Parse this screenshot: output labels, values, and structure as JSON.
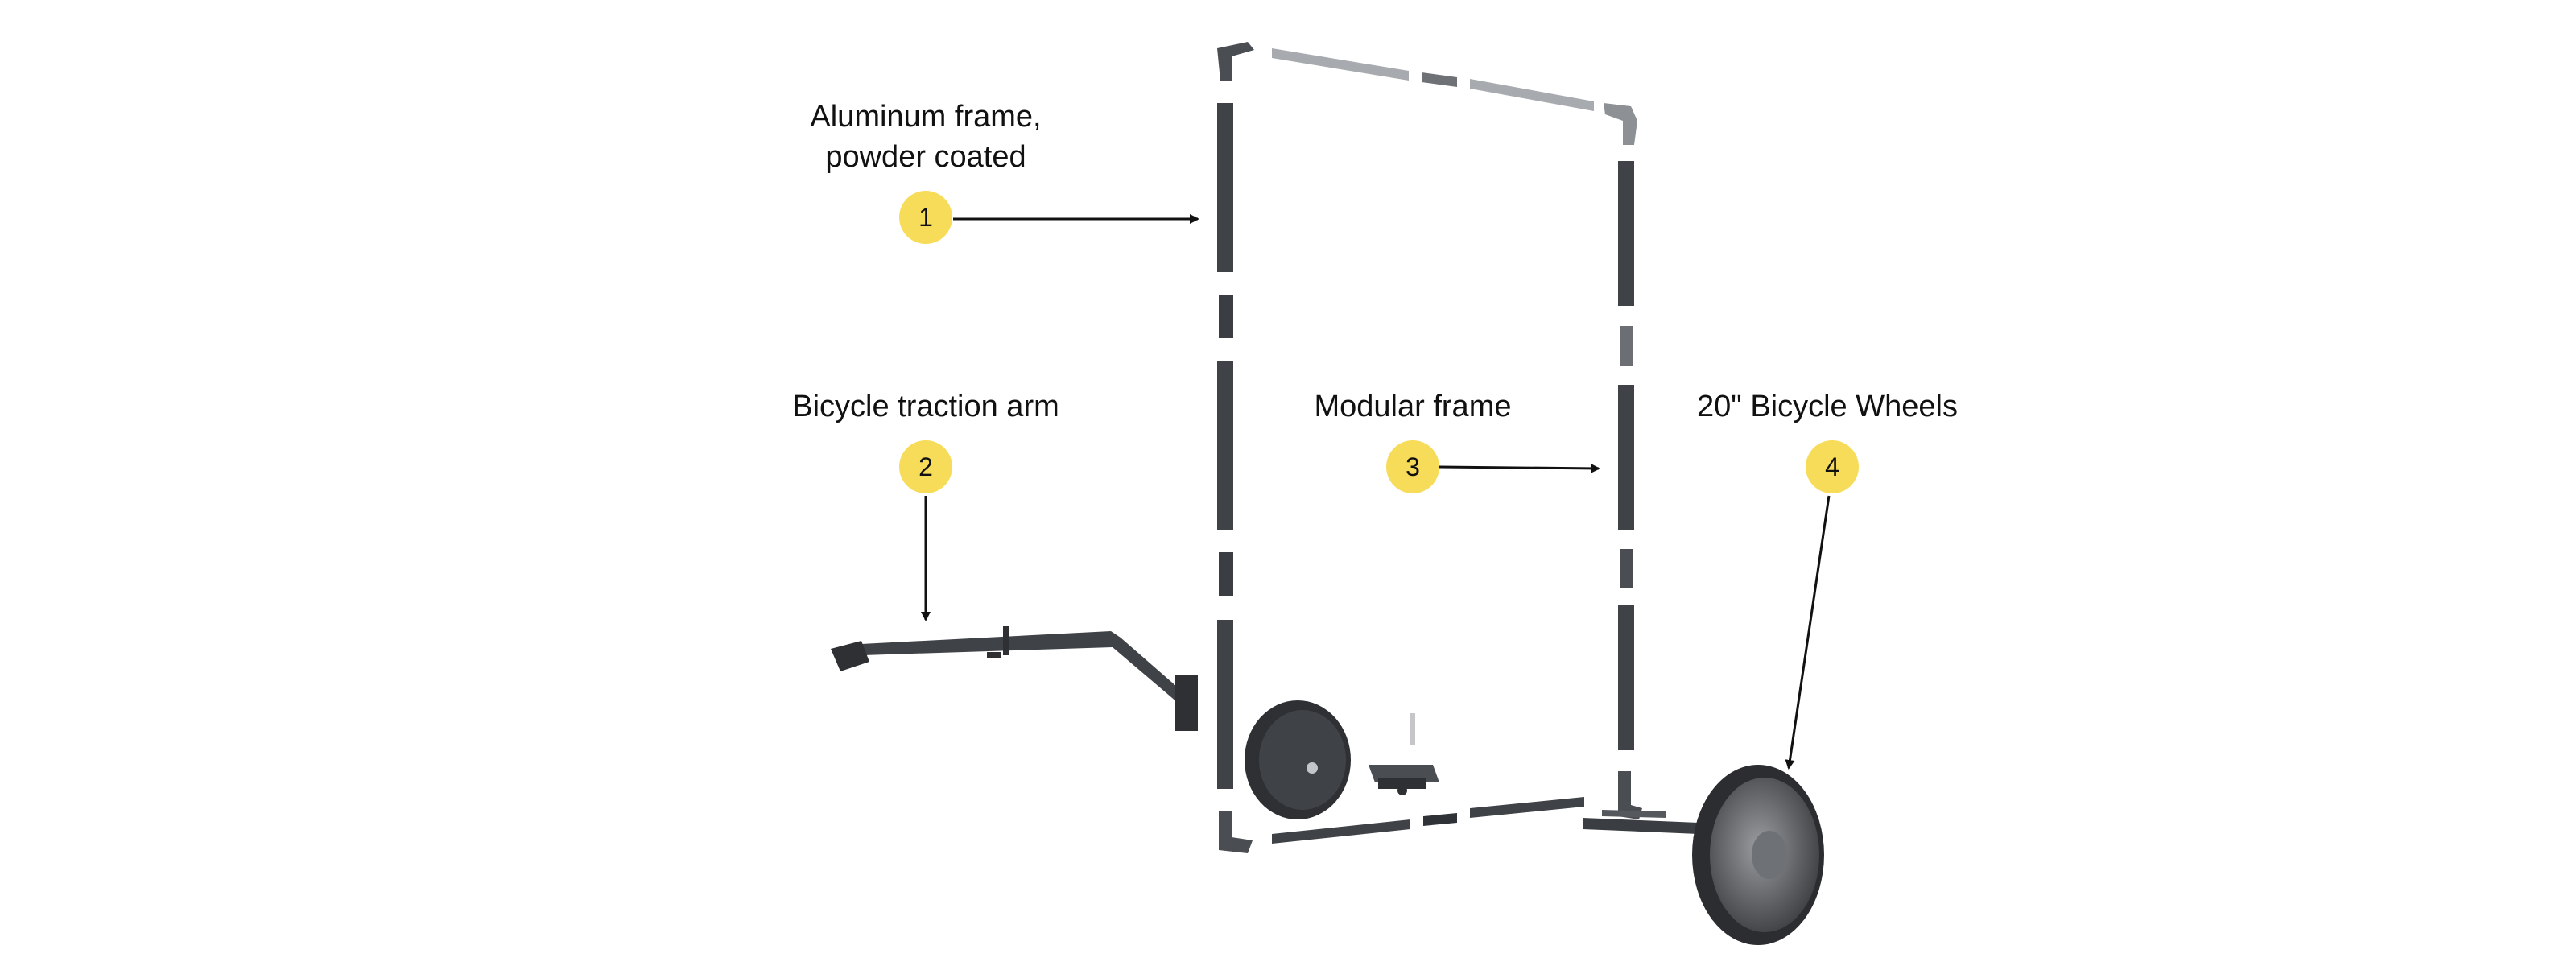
{
  "colors": {
    "background": "#ffffff",
    "badge": "#f7dc5a",
    "frame_dark": "#3f4247",
    "frame_light": "#a7aaae",
    "text": "#111111",
    "arrow": "#111111"
  },
  "callouts": [
    {
      "number": "1",
      "lines": [
        "Aluminum frame,",
        "powder coated"
      ],
      "icon": "aluminum-frame-part"
    },
    {
      "number": "2",
      "lines": [
        "Bicycle traction arm"
      ],
      "icon": "traction-arm-part"
    },
    {
      "number": "3",
      "lines": [
        "Modular frame"
      ],
      "icon": "modular-frame-part"
    },
    {
      "number": "4",
      "lines": [
        "20\" Bicycle Wheels"
      ],
      "icon": "bicycle-wheel-part"
    }
  ]
}
